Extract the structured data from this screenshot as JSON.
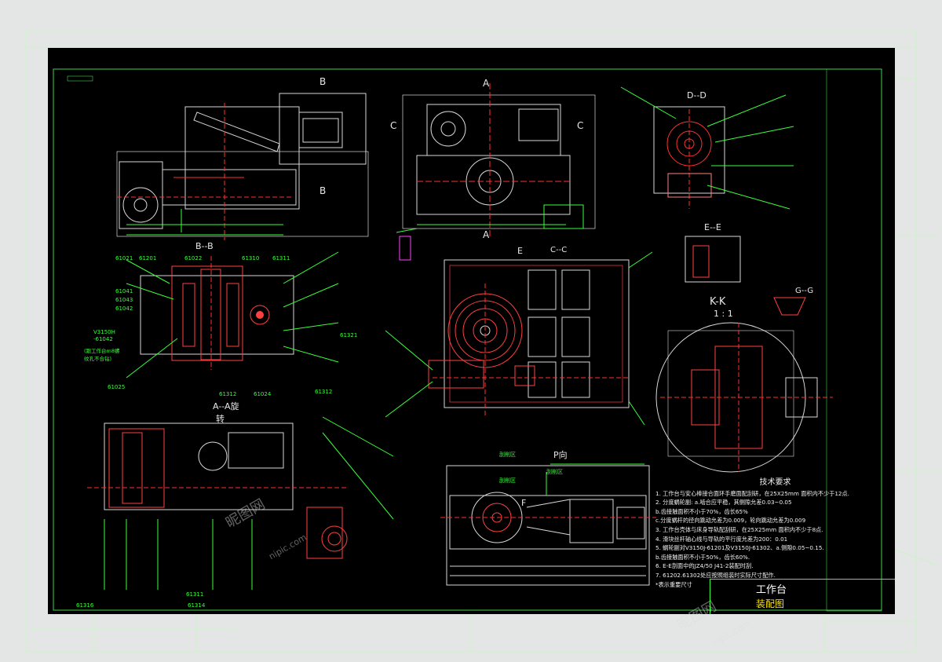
{
  "sheet": {
    "line_color": "#39ff3a",
    "border_color": "#3fd24a",
    "background": "#000000",
    "page_background": "#e4e6e5"
  },
  "views": {
    "top_b": "B",
    "bottom_b": "B",
    "top_a": "A",
    "bottom_a": "A",
    "c_left": "C",
    "c_right": "C",
    "dd": "D--D",
    "bb": "B--B",
    "ee": "E--E",
    "gg": "G--G",
    "kk": "K-K",
    "kk_scale": "1 : 1",
    "cc": "C--C",
    "e": "E",
    "aa_rot": "A--A旋",
    "aa_rot2": "转",
    "p_dir": "P向",
    "f_label": "F"
  },
  "callouts": {
    "bb_row": [
      "61021",
      "61201",
      "61022",
      "61310",
      "61311"
    ],
    "bb_bottom": [
      "61025",
      "61312",
      "61024"
    ],
    "left_notes": [
      "(跟工作台m8螺",
      "纹孔不合钻)",
      "V3150H",
      "-61042"
    ],
    "aa_bottom": [
      "61311",
      "61314",
      "61316"
    ],
    "p_labels": [
      "刮削区",
      "刮削区",
      "刮削区"
    ],
    "misc": [
      "61041",
      "61043",
      "61042",
      "61312",
      "61321"
    ]
  },
  "tech": {
    "title": "技术要求",
    "items": [
      "1. 工作台与安心棒接合面环手磨面配刮研，在25X25mm  面积内不少于12点.",
      "2. 分度蜗轮副: a.啮合应平稳，其侧隙允差0.03~0.05",
      "                 b.齿接触面积不小于70%，齿长65%",
      "                 c.分度蜗杆的径向跳动允差为0.009，轮向跳动允差为0.009",
      "3. 工作台壳体与床身导轨配刮研，在25X25mm  面积内不少于8点.",
      "4. 滑块丝杆轴心线与导轨的平行度允差为200：0.01",
      "5. 蜗轮副对V3150J-61201及V3150J-61302、a.侧隙0.05~0.15.",
      "   b.齿接触面积不小于50%，齿长60%.",
      "6. E-E剖面中的JZ4/50  J41-2装配时刮.",
      "7. 61202.61302处应按照组装时实际尺寸配作.",
      "   *表示重要尺寸"
    ]
  },
  "title_block": {
    "name": "工作台",
    "code": "装配图"
  },
  "watermarks": [
    "昵图网",
    "nipic.com",
    "昵图网",
    "nipic.com"
  ]
}
